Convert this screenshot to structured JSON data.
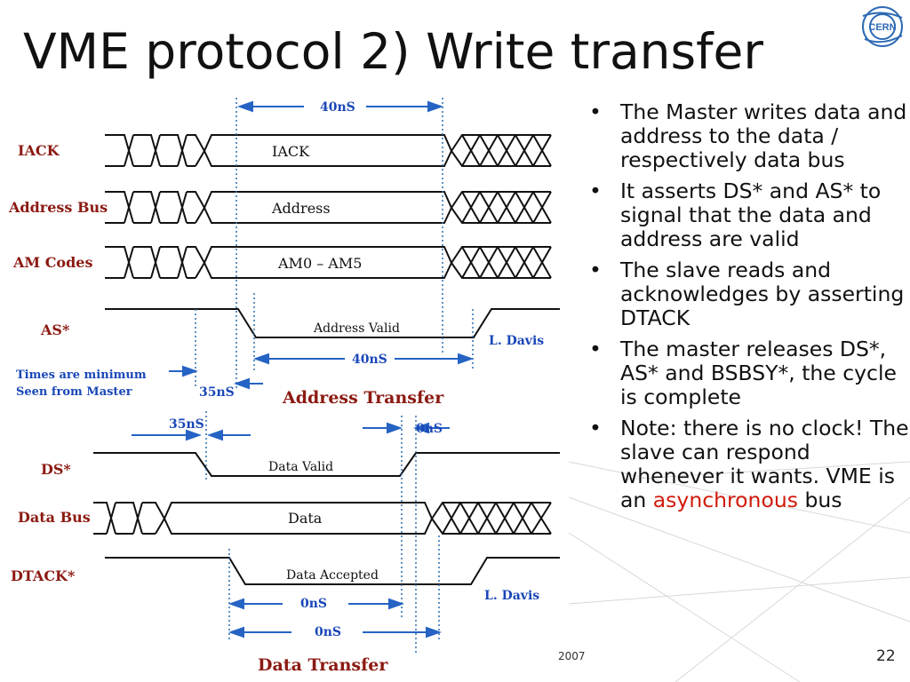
{
  "slide": {
    "title": "VME protocol 2) Write transfer",
    "logo_text": "CERN",
    "footer_date": "2007",
    "page_number": "22"
  },
  "bullets": [
    {
      "text": "The Master writes data and address to the data / respectively data bus"
    },
    {
      "text": "It asserts DS* and AS* to signal that the data and address are valid"
    },
    {
      "text": "The slave reads and acknowledges by asserting DTACK"
    },
    {
      "text": "The master releases DS*, AS* and BSBSY*, the cycle is complete"
    },
    {
      "text_before": "Note: there is no clock! The slave can respond whenever it wants. VME is an ",
      "highlight": "asynchronous",
      "text_after": " bus"
    }
  ],
  "diagram": {
    "signals_top": [
      "IACK",
      "Address Bus",
      "AM Codes",
      "AS*"
    ],
    "signals_bottom": [
      "DS*",
      "Data Bus",
      "DTACK*"
    ],
    "bus_labels": {
      "iack": "IACK",
      "address": "Address",
      "am": "AM0 – AM5",
      "data": "Data"
    },
    "state_labels": {
      "address_valid": "Address Valid",
      "data_valid": "Data Valid",
      "data_accepted": "Data Accepted"
    },
    "timings": {
      "t40a": "40nS",
      "t40b": "40nS",
      "t35a": "35nS",
      "t35b": "35nS",
      "t0a": "0nS",
      "t0b": "0nS",
      "t0c": "0nS"
    },
    "note_line1": "Times are minimum",
    "note_line2": "Seen from Master",
    "credit": "L. Davis",
    "section_address": "Address Transfer",
    "section_data": "Data Transfer",
    "colors": {
      "ink": "#111111",
      "arrow": "#2563c4",
      "label_blue": "#1a47b8",
      "section_red": "#8b1a12",
      "guide": "#2a6fb0"
    }
  }
}
